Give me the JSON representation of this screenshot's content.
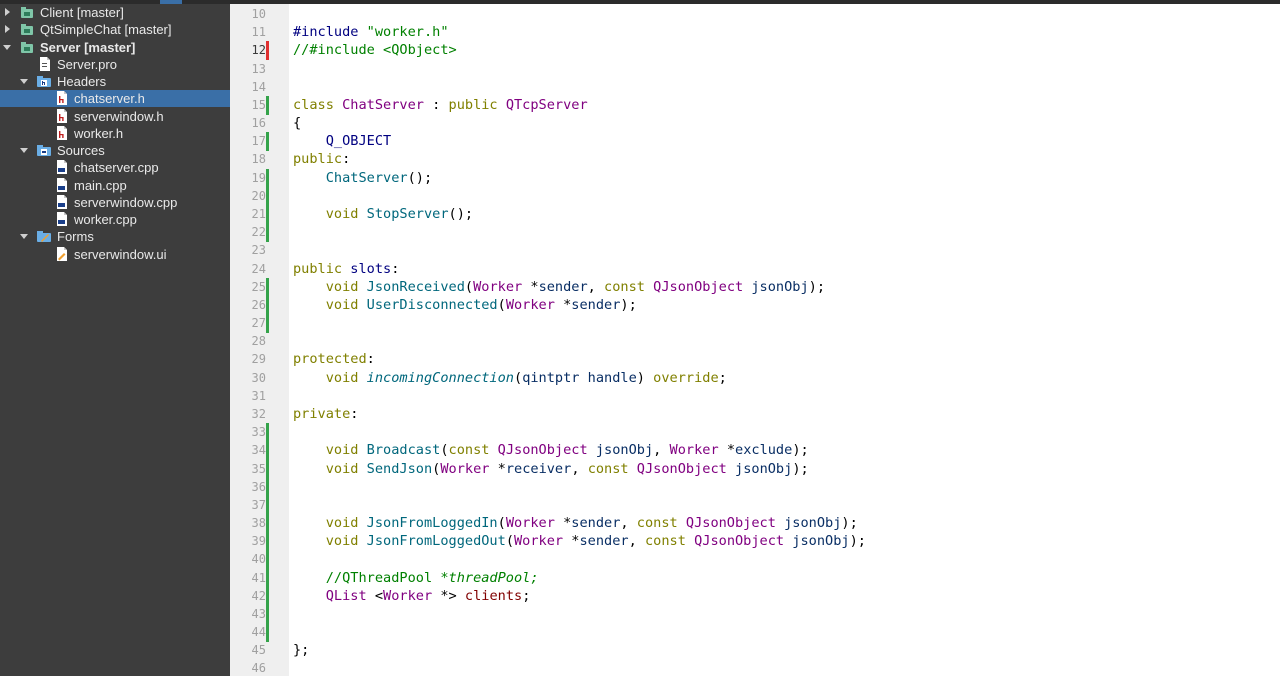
{
  "project_tree": {
    "items": [
      {
        "label": "Client [master]",
        "kind": "project",
        "icon": "qt-project-icon",
        "expanded": false,
        "depth": 0,
        "bold": false
      },
      {
        "label": "QtSimpleChat [master]",
        "kind": "project",
        "icon": "qt-project-icon",
        "expanded": false,
        "depth": 0,
        "bold": false
      },
      {
        "label": "Server [master]",
        "kind": "project",
        "icon": "qt-project-icon",
        "expanded": true,
        "depth": 0,
        "bold": true
      },
      {
        "label": "Server.pro",
        "kind": "file",
        "icon": "pro-file-icon",
        "depth": 1
      },
      {
        "label": "Headers",
        "kind": "folder",
        "icon": "headers-folder-icon",
        "expanded": true,
        "depth": 1
      },
      {
        "label": "chatserver.h",
        "kind": "file",
        "icon": "header-file-icon",
        "depth": 2,
        "selected": true
      },
      {
        "label": "serverwindow.h",
        "kind": "file",
        "icon": "header-file-icon",
        "depth": 2
      },
      {
        "label": "worker.h",
        "kind": "file",
        "icon": "header-file-icon",
        "depth": 2
      },
      {
        "label": "Sources",
        "kind": "folder",
        "icon": "sources-folder-icon",
        "expanded": true,
        "depth": 1
      },
      {
        "label": "chatserver.cpp",
        "kind": "file",
        "icon": "cpp-file-icon",
        "depth": 2
      },
      {
        "label": "main.cpp",
        "kind": "file",
        "icon": "cpp-file-icon",
        "depth": 2
      },
      {
        "label": "serverwindow.cpp",
        "kind": "file",
        "icon": "cpp-file-icon",
        "depth": 2
      },
      {
        "label": "worker.cpp",
        "kind": "file",
        "icon": "cpp-file-icon",
        "depth": 2
      },
      {
        "label": "Forms",
        "kind": "folder",
        "icon": "forms-folder-icon",
        "expanded": true,
        "depth": 1
      },
      {
        "label": "serverwindow.ui",
        "kind": "file",
        "icon": "ui-file-icon",
        "depth": 2
      }
    ]
  },
  "editor": {
    "current_line": "12",
    "lines": [
      {
        "n": "10",
        "mark": "",
        "tokens": []
      },
      {
        "n": "11",
        "mark": "",
        "tokens": [
          {
            "t": "#include ",
            "c": "prep"
          },
          {
            "t": "\"worker.h\"",
            "c": "str"
          }
        ]
      },
      {
        "n": "12",
        "mark": "red",
        "tokens": [
          {
            "t": "//#include <QObject>",
            "c": "cmt"
          }
        ]
      },
      {
        "n": "13",
        "mark": "",
        "tokens": []
      },
      {
        "n": "14",
        "mark": "",
        "tokens": []
      },
      {
        "n": "15",
        "mark": "green",
        "tokens": [
          {
            "t": "class ",
            "c": "kw"
          },
          {
            "t": "ChatServer",
            "c": "type"
          },
          {
            "t": " : ",
            "c": ""
          },
          {
            "t": "public ",
            "c": "kw"
          },
          {
            "t": "QTcpServer",
            "c": "type"
          }
        ]
      },
      {
        "n": "16",
        "mark": "",
        "tokens": [
          {
            "t": "{",
            "c": ""
          }
        ]
      },
      {
        "n": "17",
        "mark": "green",
        "tokens": [
          {
            "t": "    ",
            "c": ""
          },
          {
            "t": "Q_OBJECT",
            "c": "macro"
          }
        ]
      },
      {
        "n": "18",
        "mark": "",
        "tokens": [
          {
            "t": "public",
            "c": "kw"
          },
          {
            "t": ":",
            "c": ""
          }
        ]
      },
      {
        "n": "19",
        "mark": "green",
        "tokens": [
          {
            "t": "    ",
            "c": ""
          },
          {
            "t": "ChatServer",
            "c": "fn"
          },
          {
            "t": "();",
            "c": ""
          }
        ]
      },
      {
        "n": "20",
        "mark": "green",
        "tokens": []
      },
      {
        "n": "21",
        "mark": "green",
        "tokens": [
          {
            "t": "    ",
            "c": ""
          },
          {
            "t": "void ",
            "c": "kw"
          },
          {
            "t": "StopServer",
            "c": "fn"
          },
          {
            "t": "();",
            "c": ""
          }
        ]
      },
      {
        "n": "22",
        "mark": "green",
        "tokens": []
      },
      {
        "n": "23",
        "mark": "",
        "tokens": []
      },
      {
        "n": "24",
        "mark": "",
        "tokens": [
          {
            "t": "public ",
            "c": "kw"
          },
          {
            "t": "slots",
            "c": "macro"
          },
          {
            "t": ":",
            "c": ""
          }
        ]
      },
      {
        "n": "25",
        "mark": "green",
        "tokens": [
          {
            "t": "    ",
            "c": ""
          },
          {
            "t": "void ",
            "c": "kw"
          },
          {
            "t": "JsonReceived",
            "c": "fn"
          },
          {
            "t": "(",
            "c": ""
          },
          {
            "t": "Worker",
            "c": "type"
          },
          {
            "t": " *",
            "c": ""
          },
          {
            "t": "sender",
            "c": "var"
          },
          {
            "t": ", ",
            "c": ""
          },
          {
            "t": "const ",
            "c": "kw"
          },
          {
            "t": "QJsonObject",
            "c": "type"
          },
          {
            "t": " ",
            "c": ""
          },
          {
            "t": "jsonObj",
            "c": "var"
          },
          {
            "t": ");",
            "c": ""
          }
        ]
      },
      {
        "n": "26",
        "mark": "green",
        "tokens": [
          {
            "t": "    ",
            "c": ""
          },
          {
            "t": "void ",
            "c": "kw"
          },
          {
            "t": "UserDisconnected",
            "c": "fn"
          },
          {
            "t": "(",
            "c": ""
          },
          {
            "t": "Worker",
            "c": "type"
          },
          {
            "t": " *",
            "c": ""
          },
          {
            "t": "sender",
            "c": "var"
          },
          {
            "t": ");",
            "c": ""
          }
        ]
      },
      {
        "n": "27",
        "mark": "green",
        "tokens": []
      },
      {
        "n": "28",
        "mark": "",
        "tokens": []
      },
      {
        "n": "29",
        "mark": "",
        "tokens": [
          {
            "t": "protected",
            "c": "kw"
          },
          {
            "t": ":",
            "c": ""
          }
        ]
      },
      {
        "n": "30",
        "mark": "",
        "tokens": [
          {
            "t": "    ",
            "c": ""
          },
          {
            "t": "void ",
            "c": "kw"
          },
          {
            "t": "incomingConnection",
            "c": "fn it"
          },
          {
            "t": "(",
            "c": ""
          },
          {
            "t": "qintptr",
            "c": "var"
          },
          {
            "t": " ",
            "c": ""
          },
          {
            "t": "handle",
            "c": "var"
          },
          {
            "t": ") ",
            "c": ""
          },
          {
            "t": "override",
            "c": "kw"
          },
          {
            "t": ";",
            "c": ""
          }
        ]
      },
      {
        "n": "31",
        "mark": "",
        "tokens": []
      },
      {
        "n": "32",
        "mark": "",
        "tokens": [
          {
            "t": "private",
            "c": "kw"
          },
          {
            "t": ":",
            "c": ""
          }
        ]
      },
      {
        "n": "33",
        "mark": "green",
        "tokens": []
      },
      {
        "n": "34",
        "mark": "green",
        "tokens": [
          {
            "t": "    ",
            "c": ""
          },
          {
            "t": "void ",
            "c": "kw"
          },
          {
            "t": "Broadcast",
            "c": "fn"
          },
          {
            "t": "(",
            "c": ""
          },
          {
            "t": "const ",
            "c": "kw"
          },
          {
            "t": "QJsonObject",
            "c": "type"
          },
          {
            "t": " ",
            "c": ""
          },
          {
            "t": "jsonObj",
            "c": "var"
          },
          {
            "t": ", ",
            "c": ""
          },
          {
            "t": "Worker",
            "c": "type"
          },
          {
            "t": " *",
            "c": ""
          },
          {
            "t": "exclude",
            "c": "var"
          },
          {
            "t": ");",
            "c": ""
          }
        ]
      },
      {
        "n": "35",
        "mark": "green",
        "tokens": [
          {
            "t": "    ",
            "c": ""
          },
          {
            "t": "void ",
            "c": "kw"
          },
          {
            "t": "SendJson",
            "c": "fn"
          },
          {
            "t": "(",
            "c": ""
          },
          {
            "t": "Worker",
            "c": "type"
          },
          {
            "t": " *",
            "c": ""
          },
          {
            "t": "receiver",
            "c": "var"
          },
          {
            "t": ", ",
            "c": ""
          },
          {
            "t": "const ",
            "c": "kw"
          },
          {
            "t": "QJsonObject",
            "c": "type"
          },
          {
            "t": " ",
            "c": ""
          },
          {
            "t": "jsonObj",
            "c": "var"
          },
          {
            "t": ");",
            "c": ""
          }
        ]
      },
      {
        "n": "36",
        "mark": "green",
        "tokens": []
      },
      {
        "n": "37",
        "mark": "green",
        "tokens": []
      },
      {
        "n": "38",
        "mark": "green",
        "tokens": [
          {
            "t": "    ",
            "c": ""
          },
          {
            "t": "void ",
            "c": "kw"
          },
          {
            "t": "JsonFromLoggedIn",
            "c": "fn"
          },
          {
            "t": "(",
            "c": ""
          },
          {
            "t": "Worker",
            "c": "type"
          },
          {
            "t": " *",
            "c": ""
          },
          {
            "t": "sender",
            "c": "var"
          },
          {
            "t": ", ",
            "c": ""
          },
          {
            "t": "const ",
            "c": "kw"
          },
          {
            "t": "QJsonObject",
            "c": "type"
          },
          {
            "t": " ",
            "c": ""
          },
          {
            "t": "jsonObj",
            "c": "var"
          },
          {
            "t": ");",
            "c": ""
          }
        ]
      },
      {
        "n": "39",
        "mark": "green",
        "tokens": [
          {
            "t": "    ",
            "c": ""
          },
          {
            "t": "void ",
            "c": "kw"
          },
          {
            "t": "JsonFromLoggedOut",
            "c": "fn"
          },
          {
            "t": "(",
            "c": ""
          },
          {
            "t": "Worker",
            "c": "type"
          },
          {
            "t": " *",
            "c": ""
          },
          {
            "t": "sender",
            "c": "var"
          },
          {
            "t": ", ",
            "c": ""
          },
          {
            "t": "const ",
            "c": "kw"
          },
          {
            "t": "QJsonObject",
            "c": "type"
          },
          {
            "t": " ",
            "c": ""
          },
          {
            "t": "jsonObj",
            "c": "var"
          },
          {
            "t": ");",
            "c": ""
          }
        ]
      },
      {
        "n": "40",
        "mark": "green",
        "tokens": []
      },
      {
        "n": "41",
        "mark": "green",
        "tokens": [
          {
            "t": "    ",
            "c": ""
          },
          {
            "t": "//QThreadPool ",
            "c": "cmt"
          },
          {
            "t": "*threadPool;",
            "c": "cmt it"
          }
        ]
      },
      {
        "n": "42",
        "mark": "green",
        "tokens": [
          {
            "t": "    ",
            "c": ""
          },
          {
            "t": "QList",
            "c": "type"
          },
          {
            "t": " <",
            "c": ""
          },
          {
            "t": "Worker",
            "c": "type"
          },
          {
            "t": " *> ",
            "c": ""
          },
          {
            "t": "clients",
            "c": "field"
          },
          {
            "t": ";",
            "c": ""
          }
        ]
      },
      {
        "n": "43",
        "mark": "green",
        "tokens": []
      },
      {
        "n": "44",
        "mark": "green",
        "tokens": []
      },
      {
        "n": "45",
        "mark": "",
        "tokens": [
          {
            "t": "};",
            "c": ""
          }
        ]
      },
      {
        "n": "46",
        "mark": "",
        "tokens": []
      }
    ]
  },
  "colors": {
    "sidebar_bg": "#3d3d3d",
    "selection": "#3a6fa7",
    "gutter_bg": "#efefef",
    "change_marker": "#34a34a",
    "unsaved_marker": "#e03030"
  }
}
